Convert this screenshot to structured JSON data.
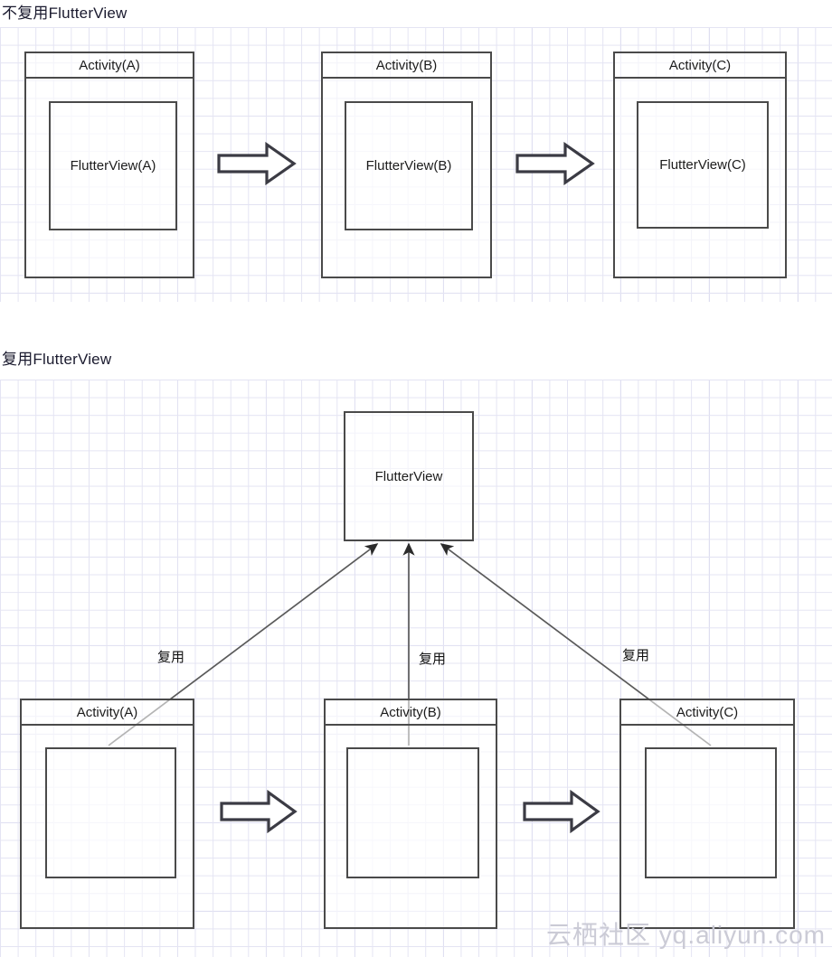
{
  "sections": [
    {
      "id": "no-reuse",
      "title": "不复用FlutterView",
      "activities": [
        {
          "header": "Activity(A)",
          "inner": "FlutterView(A)"
        },
        {
          "header": "Activity(B)",
          "inner": "FlutterView(B)"
        },
        {
          "header": "Activity(C)",
          "inner": "FlutterView(C)"
        }
      ],
      "transition_arrows": [
        "block-arrow-right",
        "block-arrow-right"
      ]
    },
    {
      "id": "reuse",
      "title": "复用FlutterView",
      "shared_view": {
        "label": "FlutterView"
      },
      "activities": [
        {
          "header": "Activity(A)",
          "inner": ""
        },
        {
          "header": "Activity(B)",
          "inner": ""
        },
        {
          "header": "Activity(C)",
          "inner": ""
        }
      ],
      "reuse_labels": [
        "复用",
        "复用",
        "复用"
      ],
      "transition_arrows": [
        "block-arrow-right",
        "block-arrow-right"
      ]
    }
  ],
  "watermark": "云栖社区 yq.aliyun.com",
  "colors": {
    "stroke": "#4a4a4a",
    "text": "#1c1c1c",
    "grid_minor": "#e4e4f3",
    "grid_major": "#cfcfea",
    "watermark": "#c9c9d4"
  }
}
